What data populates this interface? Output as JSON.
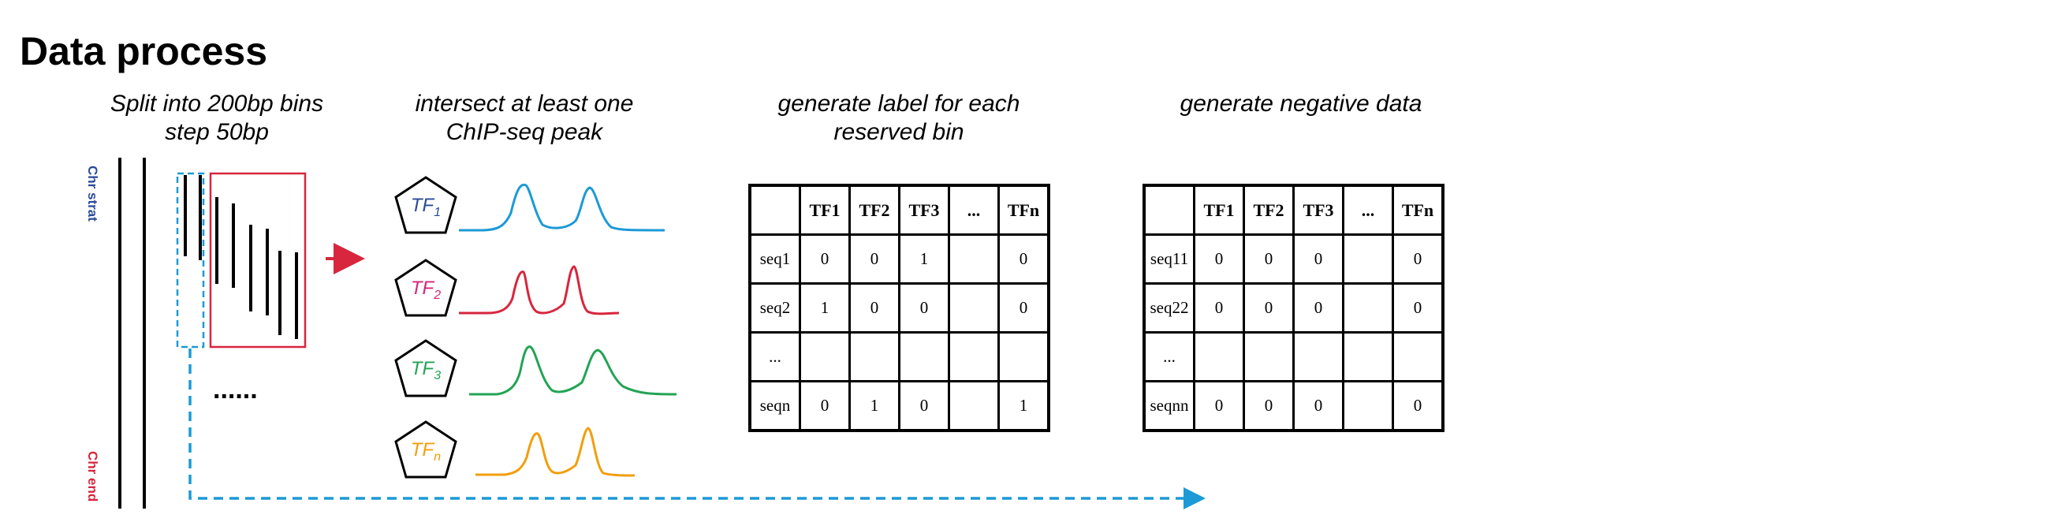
{
  "title": "Data process",
  "captions": {
    "split": [
      "Split into 200bp bins",
      "step 50bp"
    ],
    "intersect": [
      "intersect at least one",
      "ChIP-seq peak"
    ],
    "label": [
      "generate label for each",
      "reserved bin"
    ],
    "negative": [
      "generate negative data"
    ]
  },
  "chromosome": {
    "start_label": "Chr strat",
    "end_label": "Chr end",
    "ellipsis": "......"
  },
  "tfs": [
    {
      "base": "TF",
      "sub": "1",
      "color": "#1b9ad6"
    },
    {
      "base": "TF",
      "sub": "2",
      "color": "#d7263d"
    },
    {
      "base": "TF",
      "sub": "3",
      "color": "#23a455"
    },
    {
      "base": "TF",
      "sub": "n",
      "color": "#f29e0c"
    }
  ],
  "tf_text_colors": [
    "#2a4a9a",
    "#d4267a",
    "#23a455",
    "#f29e0c"
  ],
  "colors": {
    "chr_start": "#2a4a9a",
    "chr_end": "#d7263d",
    "red_box": "#d7263d",
    "dashed_blue": "#1b9ad6",
    "arrow_red": "#d7263d"
  },
  "label_table": {
    "headers": [
      "",
      "TF1",
      "TF2",
      "TF3",
      "...",
      "TFn"
    ],
    "rows": [
      [
        "seq1",
        "0",
        "0",
        "1",
        "",
        "0"
      ],
      [
        "seq2",
        "1",
        "0",
        "0",
        "",
        "0"
      ],
      [
        "...",
        "",
        "",
        "",
        "",
        ""
      ],
      [
        "seqn",
        "0",
        "1",
        "0",
        "",
        "1"
      ]
    ]
  },
  "negative_table": {
    "headers": [
      "",
      "TF1",
      "TF2",
      "TF3",
      "...",
      "TFn"
    ],
    "rows": [
      [
        "seq11",
        "0",
        "0",
        "0",
        "",
        "0"
      ],
      [
        "seq22",
        "0",
        "0",
        "0",
        "",
        "0"
      ],
      [
        "...",
        "",
        "",
        "",
        "",
        ""
      ],
      [
        "seqnn",
        "0",
        "0",
        "0",
        "",
        "0"
      ]
    ]
  }
}
